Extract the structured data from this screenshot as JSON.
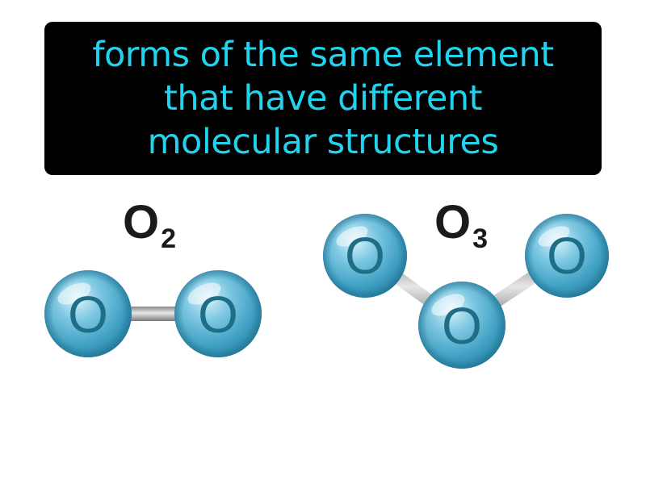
{
  "definition": {
    "lines": [
      "forms of the same element",
      "that have different",
      "molecular structures"
    ]
  },
  "molecules": {
    "o2": {
      "formula_main": "O",
      "formula_sub": "2",
      "atom_label": "O"
    },
    "o3": {
      "formula_main": "O",
      "formula_sub": "3",
      "atom_label": "O"
    }
  },
  "colors": {
    "box_background": "#000000",
    "definition_text": "#22d3ee",
    "atom_fill": "#4aa8c8",
    "atom_label": "#1e6e86",
    "bond": "#b8b8b8"
  }
}
